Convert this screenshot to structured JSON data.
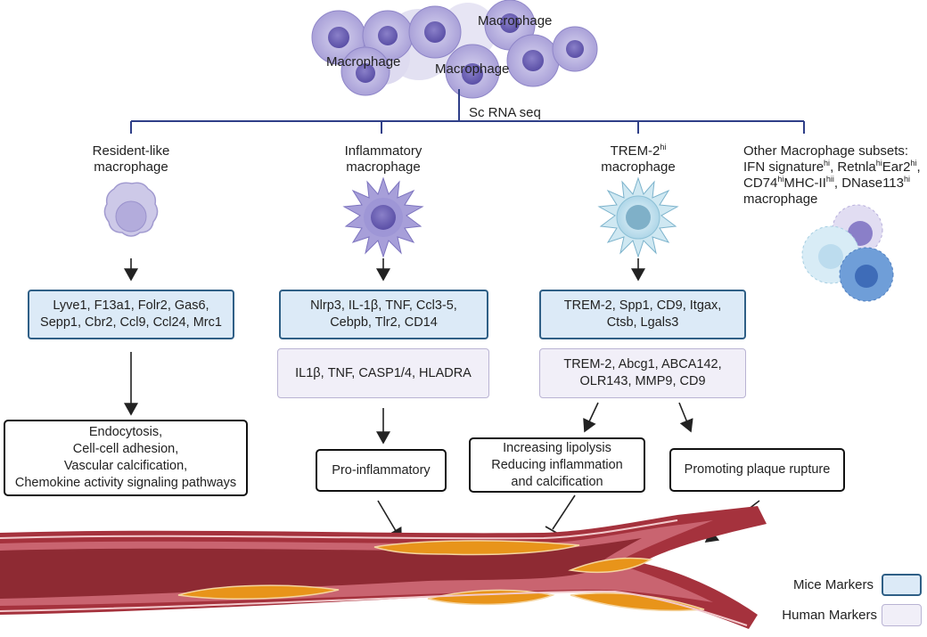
{
  "top": {
    "cluster_labels": [
      "Macrophage",
      "Macrophage",
      "Macrophage"
    ],
    "method_label": "Sc RNA seq"
  },
  "subsets": [
    {
      "title_lines": [
        "Resident-like",
        "macrophage"
      ]
    },
    {
      "title_lines": [
        "Inflammatory",
        "macrophage"
      ]
    },
    {
      "title_prefix": "TREM-2",
      "title_sup": "hi",
      "title_line2": "macrophage"
    },
    {
      "other_heading": "Other Macrophage subsets:",
      "other_line2": {
        "a": "IFN signature",
        "a_sup": "hi",
        "b": ", Retnla",
        "b_sup": "hi",
        "c": "Ear2",
        "c_sup": "hi",
        "d": ","
      },
      "other_line3": {
        "a": "CD74",
        "a_sup": "hi",
        "b": "MHC-II",
        "b_sup": "hii",
        "c": ", DNase113",
        "c_sup": "hi"
      },
      "other_line4": "macrophage"
    }
  ],
  "mice_markers": [
    [
      "Lyve1, F13a1, Folr2, Gas6,",
      "Sepp1, Cbr2, Ccl9, Ccl24,  Mrc1"
    ],
    [
      "Nlrp3, IL-1β, TNF, Ccl3-5,",
      "Cebpb, Tlr2, CD14"
    ],
    [
      "TREM-2, Spp1, CD9, Itgax,",
      "Ctsb,  Lgals3"
    ]
  ],
  "human_markers": [
    [
      "IL1β, TNF, CASP1/4,  HLADRA"
    ],
    [
      "TREM-2, Abcg1, ABCA142,",
      "OLR143, MMP9,  CD9"
    ]
  ],
  "outcomes": [
    [
      "Endocytosis,",
      "Cell-cell adhesion,",
      "Vascular calcification,",
      "Chemokine activity signaling pathways"
    ],
    [
      "Pro-inflammatory"
    ],
    [
      "Increasing lipolysis",
      "Reducing inflammation",
      "and calcification"
    ],
    [
      "Promoting plaque rupture"
    ]
  ],
  "legend": {
    "mice": "Mice Markers",
    "human": "Human Markers"
  },
  "colors": {
    "mice_fill": "#dceaf7",
    "mice_border": "#2f5f86",
    "human_fill": "#f1eff8",
    "human_border": "#b9b3d3",
    "artery_wall": "#b5404a",
    "plaque": "#e8941a",
    "resident_cell": "#c9c5e6",
    "inflammatory_cell": "#9c94d4",
    "trem2_cell": "#bfe0ec"
  }
}
